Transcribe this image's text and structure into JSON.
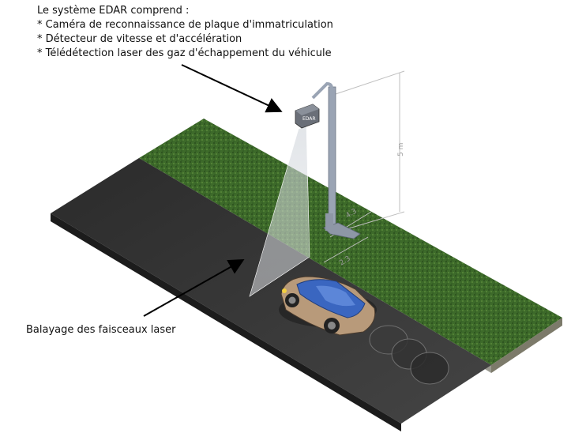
{
  "diagram": {
    "intro_title": "Le système EDAR comprend :",
    "components": [
      "* Caméra de reconnaissance de plaque d'immatriculation",
      "* Détecteur de vitesse et d'accélération",
      "* Télédétection laser des gaz d'échappement du véhicule"
    ],
    "laser_caption": "Balayage des faisceaux laser",
    "unit_label": "EDAR",
    "dimensions": {
      "pole_height": "5 m",
      "dim_a": "4.3",
      "dim_b": "2.3"
    },
    "colors": {
      "grass": "#3d6a2a",
      "road": "#3a3a3a",
      "car_body": "#3a66c0",
      "car_side": "#b89a7a",
      "pole": "#9aa4b4"
    }
  }
}
